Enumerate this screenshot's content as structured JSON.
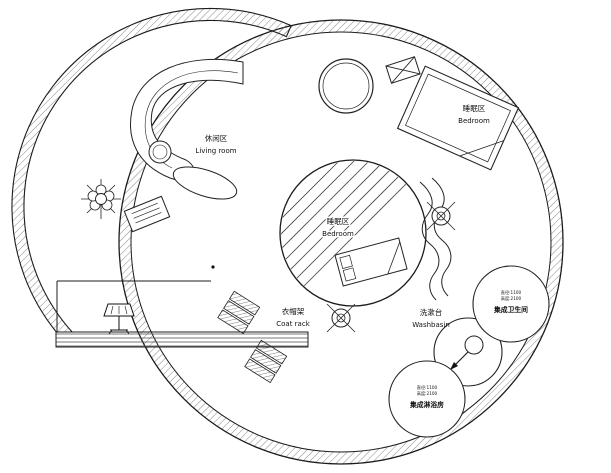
{
  "page": {
    "background": "#ffffff"
  },
  "colors": {
    "ink": "#1c1c1c",
    "hatch": "#6a6a6a",
    "label": "#111111"
  },
  "plan": {
    "living_room": {
      "zh": "休闲区",
      "en": "Living room"
    },
    "bedroom_top": {
      "zh": "睡眠区",
      "en": "Bedroom"
    },
    "bedroom_center": {
      "zh": "睡眠区",
      "en": "Bedroom"
    },
    "coat_rack": {
      "zh": "衣帽架",
      "en": "Coat rack"
    },
    "washbasin": {
      "zh": "洗漱台",
      "en": "Washbasin"
    },
    "bathroom_pod": {
      "dim1": "直径:1100",
      "dim2": "高度:2100",
      "label": "集成卫生间"
    },
    "shower_pod": {
      "dim1": "直径:1100",
      "dim2": "高度:2100",
      "label": "集成淋浴房"
    }
  }
}
